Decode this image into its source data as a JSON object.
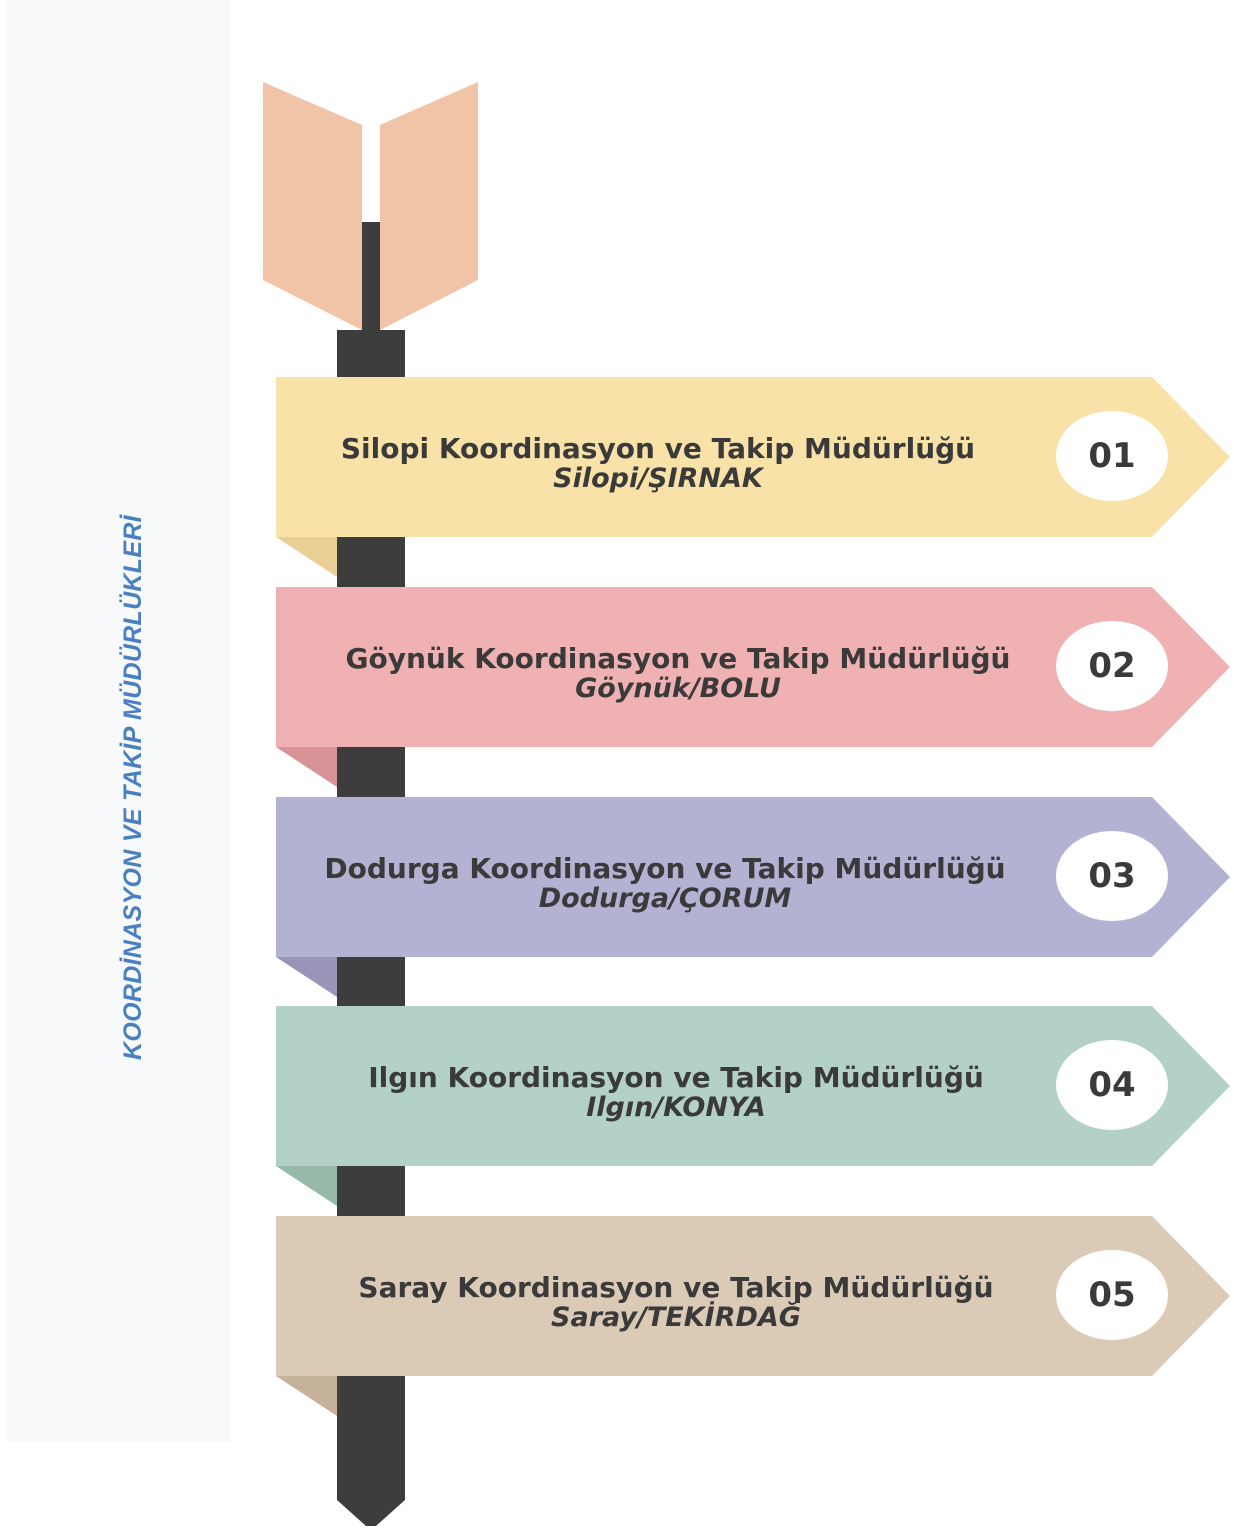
{
  "side_title": "KOORDİNASYON VE TAKİP MÜDÜRLÜKLERİ",
  "items": [
    {
      "name": "Silopi Koordinasyon ve Takip Müdürlüğü",
      "location": "Silopi/ŞIRNAK",
      "number": "01",
      "color": "#f8e2a7",
      "shadow": "#e8cf95"
    },
    {
      "name": "Göynük  Koordinasyon ve Takip Müdürlüğü",
      "location": "Göynük/BOLU",
      "number": "02",
      "color": "#f0b1b2",
      "shadow": "#d89396"
    },
    {
      "name": "Dodurga  Koordinasyon ve Takip Müdürlüğü",
      "location": "Dodurga/ÇORUM",
      "number": "03",
      "color": "#b4b2d2",
      "shadow": "#9994b8"
    },
    {
      "name": "Ilgın  Koordinasyon ve Takip Müdürlüğü",
      "location": "Ilgın/KONYA",
      "number": "04",
      "color": "#b3d1c4",
      "shadow": "#97b9aa"
    },
    {
      "name": "Saray  Koordinasyon ve Takip Müdürlüğü",
      "location": "Saray/TEKİRDAĞ",
      "number": "05",
      "color": "#dbcab6",
      "shadow": "#c6b29a"
    }
  ],
  "colors": {
    "shaft": "#3d3d3d",
    "fletching": "#f1c4a8",
    "title": "#4a7fc1",
    "text": "#3a3a3a",
    "panel": "#f8f9fa"
  }
}
